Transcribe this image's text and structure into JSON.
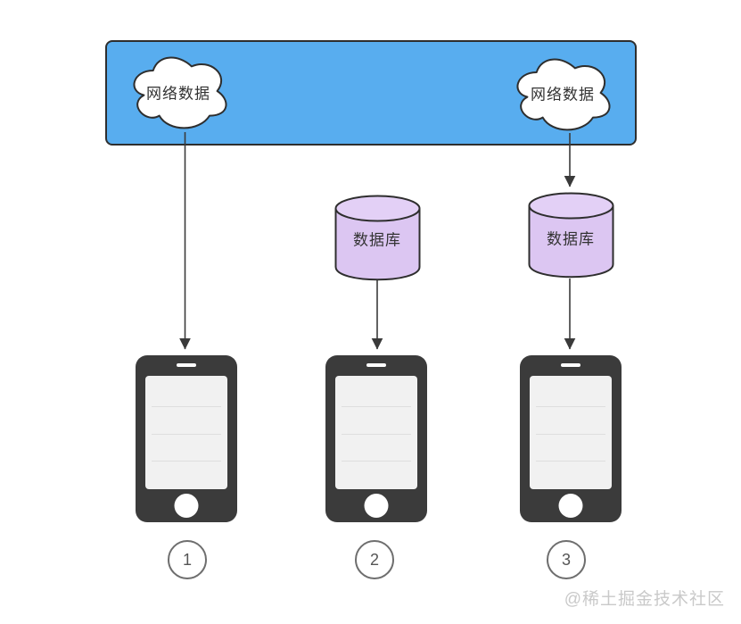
{
  "diagram": {
    "clouds": [
      {
        "label": "网络数据"
      },
      {
        "label": "网络数据"
      }
    ],
    "databases": [
      {
        "label": "数据库"
      },
      {
        "label": "数据库"
      }
    ],
    "phone_labels": [
      "1",
      "2",
      "3"
    ],
    "watermark": "@稀土掘金技术社区",
    "colors": {
      "box_blue": "#58ADEF",
      "outline": "#2e2e2e",
      "cloud_fill": "#ffffff",
      "db_fill": "#DCC6F2",
      "db_top_fill": "#E3D0F6",
      "phone_body": "#3b3b3b",
      "phone_screen": "#f1f1f1",
      "arrow": "#3a3a3a",
      "watermark_gray": "#c9c9c9"
    }
  }
}
